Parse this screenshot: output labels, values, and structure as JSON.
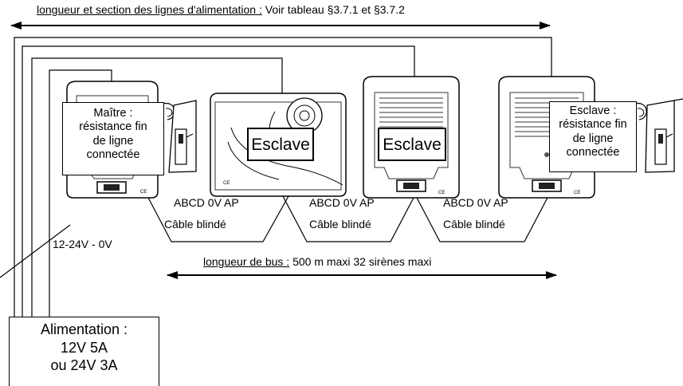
{
  "top_label": {
    "underlined": "longueur et section des lignes d'alimentation :",
    "rest": " Voir tableau §3.7.1 et §3.7.2"
  },
  "bus_label": {
    "underlined": "longueur de bus :",
    "rest": " 500 m maxi  32 sirènes maxi"
  },
  "master_box": [
    "Maître :",
    "résistance fin",
    "de ligne",
    "connectée"
  ],
  "slave_end_box": [
    "Esclave :",
    "résistance fin",
    "de ligne",
    "connectée"
  ],
  "slave_label_1": "Esclave",
  "slave_label_2": "Esclave",
  "bus_segments": [
    {
      "signal": "ABCD 0V AP",
      "cable": "Câble blindé"
    },
    {
      "signal": "ABCD 0V AP",
      "cable": "Câble blindé"
    },
    {
      "signal": "ABCD 0V AP",
      "cable": "Câble blindé"
    }
  ],
  "power_label": "12-24V - 0V",
  "power_box": [
    "Alimentation :",
    "12V 5A",
    "ou  24V 3A"
  ]
}
